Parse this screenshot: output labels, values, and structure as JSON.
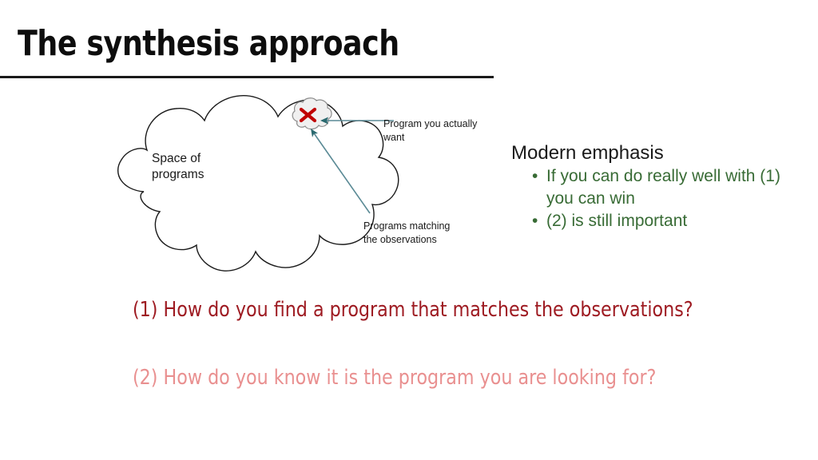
{
  "slide": {
    "title": "The synthesis approach",
    "background_color": "#ffffff",
    "rule_color": "#1a1a1a"
  },
  "diagram": {
    "name": "space-of-programs-cloud-diagram",
    "big_cloud_label": "Space of\nprograms",
    "big_cloud_label_line1": "Space of",
    "big_cloud_label_line2": "programs",
    "big_cloud_stroke": "#1a1a1a",
    "big_cloud_fill": "#ffffff",
    "small_cloud": {
      "name": "target-program-cloud",
      "fill": "#f0f0f0",
      "stroke": "#808080",
      "marker": "red-x-mark",
      "marker_color": "#c00000"
    },
    "arrows": {
      "color": "#5a8a95",
      "items": [
        {
          "name": "arrow-to-target-program",
          "from": "program-you-actually-want-label",
          "to": "target-program-cloud"
        },
        {
          "name": "arrow-to-matching-programs",
          "from": "programs-matching-the-observations-label",
          "to": "target-program-cloud"
        }
      ]
    },
    "callouts": {
      "want_line1": "Program you actually",
      "want_line2": "want",
      "matching_line1": "Programs matching",
      "matching_line2": "the observations"
    }
  },
  "right_column": {
    "heading": "Modern emphasis",
    "heading_color": "#1a1a1a",
    "bullet_color": "#386b35",
    "bullets": [
      {
        "marker": "•",
        "text": "If you can do really well with (1) you can win"
      },
      {
        "marker": "•",
        "text": "(2) is still important"
      }
    ]
  },
  "questions": [
    {
      "text": "(1) How do you find a program that matches the observations?",
      "color": "#9e1b22"
    },
    {
      "text": "(2) How do you know it is the program you are looking for?",
      "color": "#e99090"
    }
  ]
}
